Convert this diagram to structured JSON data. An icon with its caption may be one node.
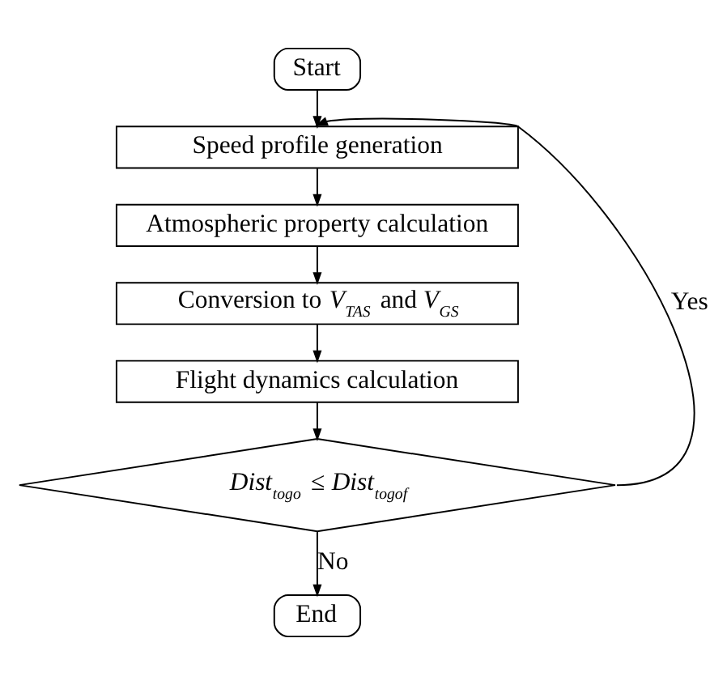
{
  "diagram": {
    "nodes": [
      {
        "text": [
          "Start"
        ]
      },
      {
        "text": [
          "Speed profile generation"
        ]
      },
      {
        "text": [
          "Atmospheric property calculation"
        ]
      },
      {
        "text": [
          "Conversion to *V*$_{TAS}$ and *V*$_{GS}$"
        ]
      },
      {
        "text": [
          "Flight dynamics calculation"
        ]
      },
      {
        "text": [
          "*Dist*$_{togo}$ ≤ *Dist*$_{togof}$"
        ]
      },
      {
        "text": [
          "End"
        ]
      }
    ],
    "edges": [
      {
        "from": 0,
        "to": 1,
        "arrow": "to"
      },
      {
        "from": 1,
        "to": 2,
        "arrow": "to"
      },
      {
        "from": 2,
        "to": 3,
        "arrow": "to"
      },
      {
        "from": 3,
        "to": 4,
        "arrow": "to"
      },
      {
        "from": 4,
        "to": 5,
        "arrow": "to"
      },
      {
        "from": 5,
        "to": 1,
        "arrow": "to",
        "label": "Yes"
      },
      {
        "from": 5,
        "to": 6,
        "arrow": "to",
        "label": "No"
      }
    ]
  }
}
